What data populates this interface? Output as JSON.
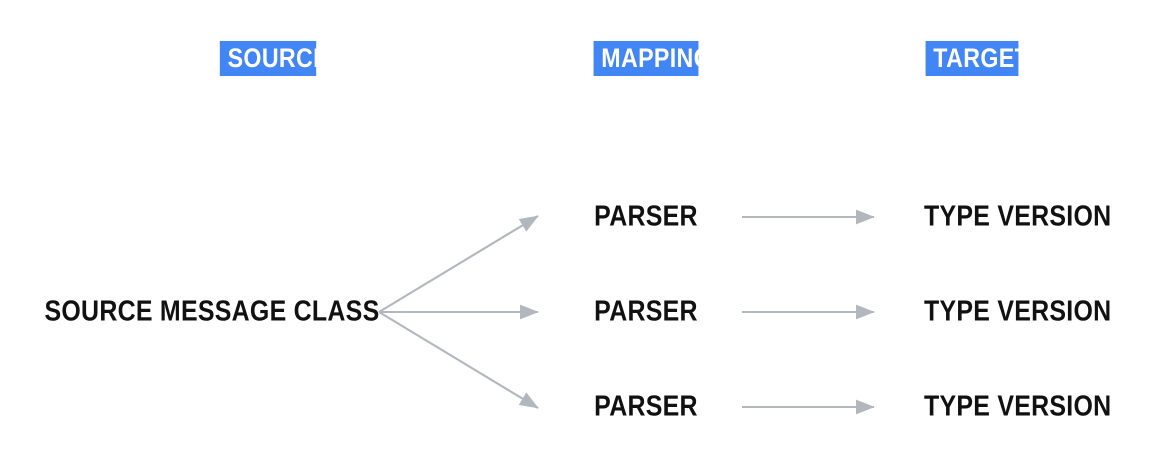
{
  "diagram": {
    "title_columns": [
      {
        "id": "source",
        "label": "SOURCE"
      },
      {
        "id": "mapping",
        "label": "MAPPING"
      },
      {
        "id": "target",
        "label": "TARGET"
      }
    ],
    "source_node": {
      "label": "SOURCE MESSAGE CLASS"
    },
    "rows": [
      {
        "parser_label": "PARSER",
        "target_label": "TYPE VERSION"
      },
      {
        "parser_label": "PARSER",
        "target_label": "TYPE VERSION"
      },
      {
        "parser_label": "PARSER",
        "target_label": "TYPE VERSION"
      }
    ],
    "colors": {
      "header_highlight": "#4285f4",
      "header_text": "#ffffff",
      "node_text": "#111111",
      "arrow": "#b2b7bd",
      "background": "#ffffff"
    },
    "connectors": {
      "fan_out_from_source": 3,
      "parser_to_target": 3
    }
  }
}
